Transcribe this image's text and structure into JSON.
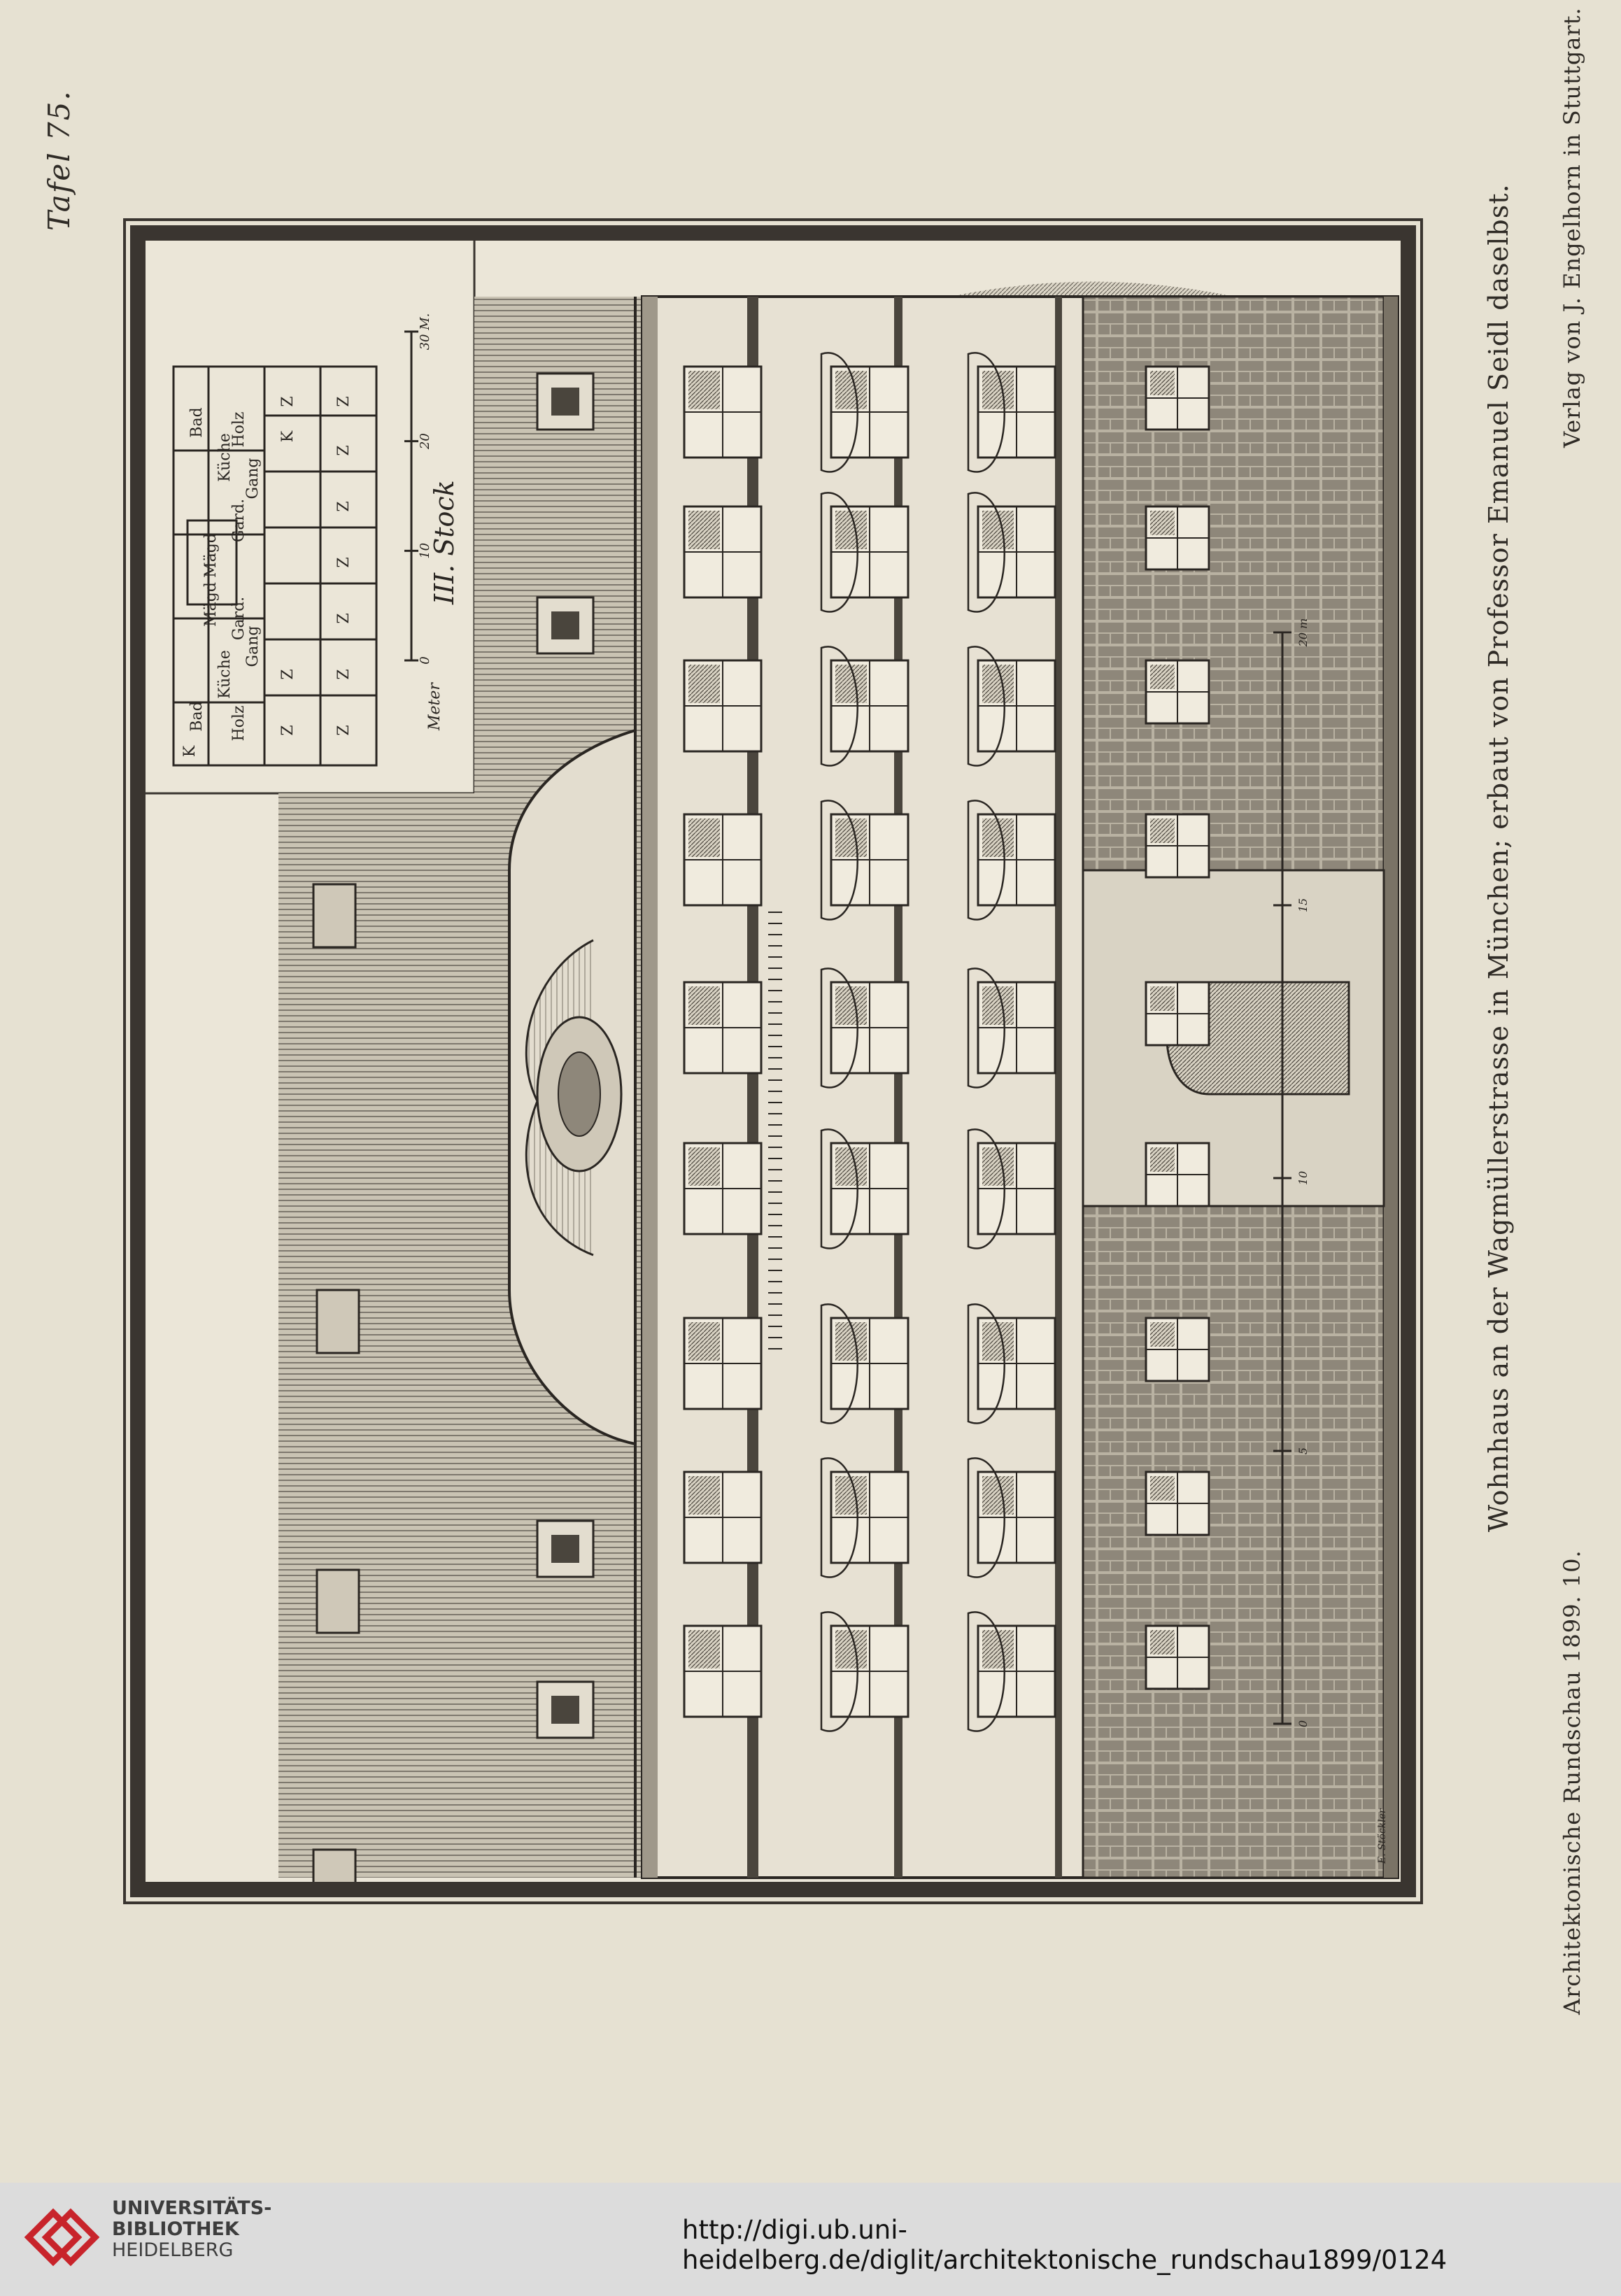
{
  "page": {
    "plate_label": "Tafel 75.",
    "caption": "Wohnhaus an der Wagmüllerstrasse in München; erbaut von Professor Emanuel Seidl daselbst.",
    "journal": "Architektonische Rundschau 1899. 10.",
    "publisher": "Verlag von J. Engelhorn in Stuttgart.",
    "signature": "E. Stöckler"
  },
  "floorplan": {
    "title": "III. Stock",
    "scale_unit": "Meter",
    "scale_ticks": [
      "0",
      "10",
      "20",
      "30 M."
    ],
    "rooms": [
      "Z",
      "Z",
      "Z",
      "Z",
      "Z",
      "Z",
      "Z",
      "Z",
      "Bad",
      "Küche",
      "Küche",
      "Bad",
      "Gang",
      "Gang",
      "Mägd",
      "Mägd",
      "Z",
      "Z",
      "K",
      "K",
      "Holz",
      "Holz",
      "Gard.",
      "Gard."
    ]
  },
  "elevation_scale": {
    "ticks": [
      "0",
      "5",
      "10",
      "15",
      "20 m"
    ]
  },
  "footer": {
    "library_line1": "UNIVERSITÄTS-",
    "library_line2": "BIBLIOTHEK",
    "library_line3": "HEIDELBERG",
    "url": "http://digi.ub.uni-heidelberg.de/diglit/architektonische_rundschau1899/0124",
    "logo_color": "#c8242b"
  }
}
